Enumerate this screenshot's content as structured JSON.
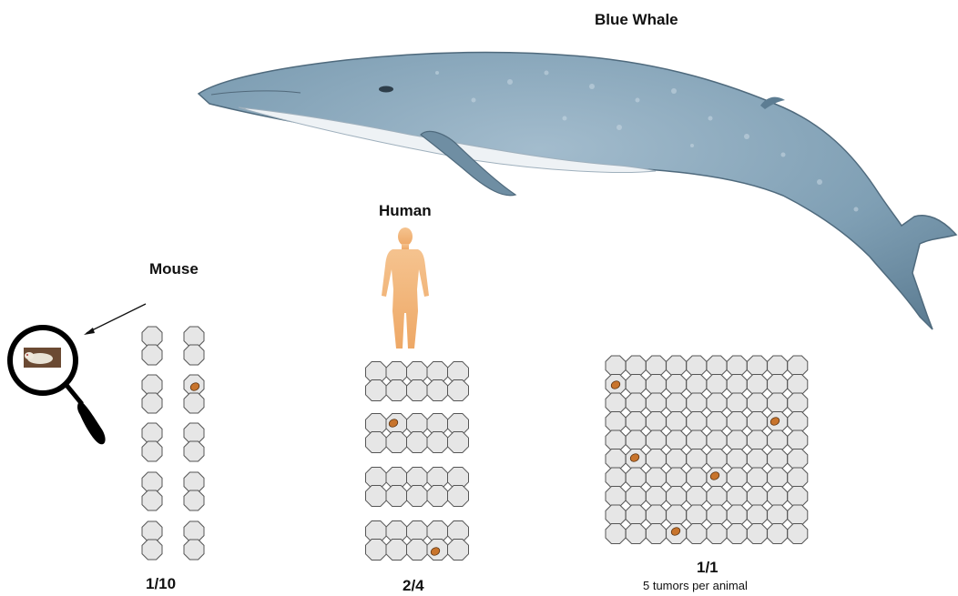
{
  "title_labels": {
    "blue_whale": "Blue Whale",
    "human": "Human",
    "mouse": "Mouse"
  },
  "ratios": {
    "mouse": "1/10",
    "human": "2/4",
    "whale": "1/1"
  },
  "whale_note": "5 tumors per animal",
  "colors": {
    "whale_body": "#7f9fb4",
    "whale_belly": "#e9eef2",
    "human_figure": "#f2b97f",
    "cell_fill": "#e6e6e6",
    "cell_stroke": "#555555",
    "tumor": "#c8742c",
    "lens_ring": "#000000"
  },
  "groups": {
    "mouse": {
      "animals": 10,
      "tumors": 1
    },
    "human": {
      "animals": 4,
      "tumors": 2
    },
    "whale": {
      "animals": 1,
      "tumors": 5
    }
  },
  "icons": [
    "whale-illustration",
    "human-silhouette",
    "magnifier-icon",
    "mouse-photo"
  ]
}
